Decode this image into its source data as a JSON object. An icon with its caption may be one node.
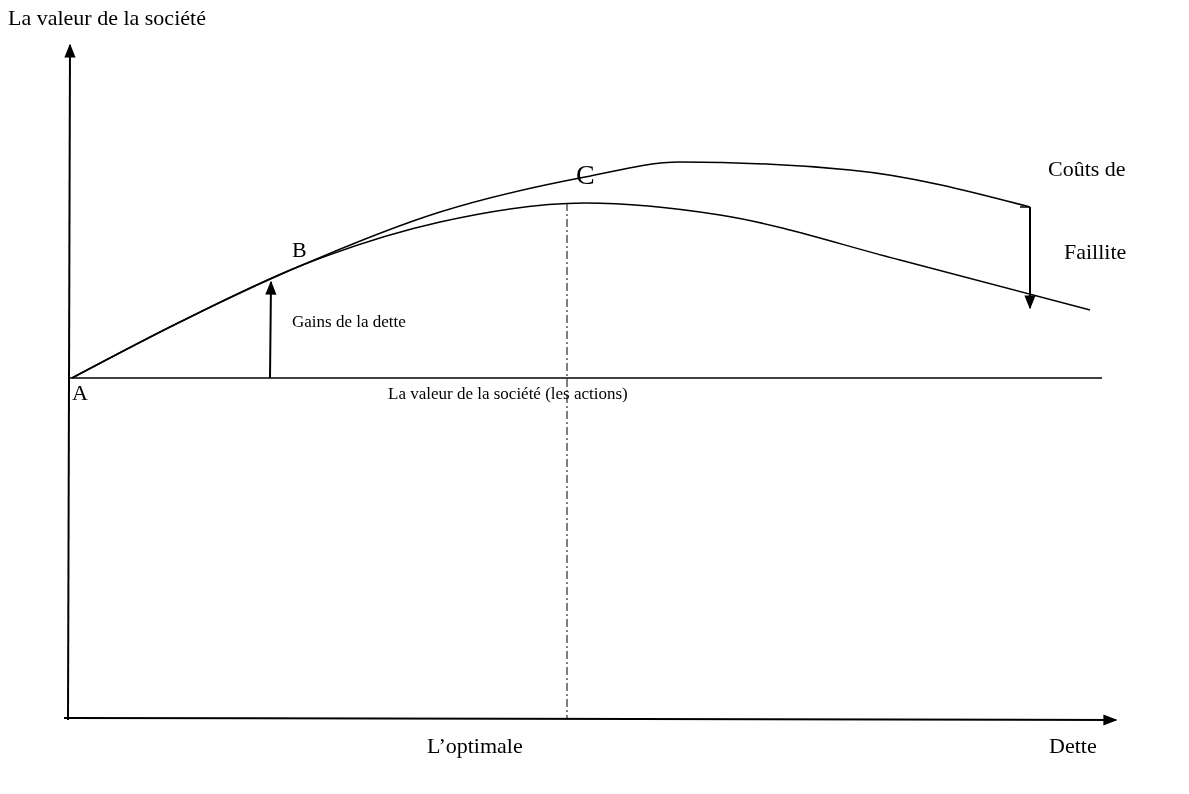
{
  "diagram": {
    "labels": [
      "La valeur de la société",
      "C",
      "Coûts de",
      "B",
      "Faillite",
      "Gains de la dette",
      "A",
      "La valeur de la société (les actions)",
      "L’optimale",
      "Dette"
    ]
  }
}
